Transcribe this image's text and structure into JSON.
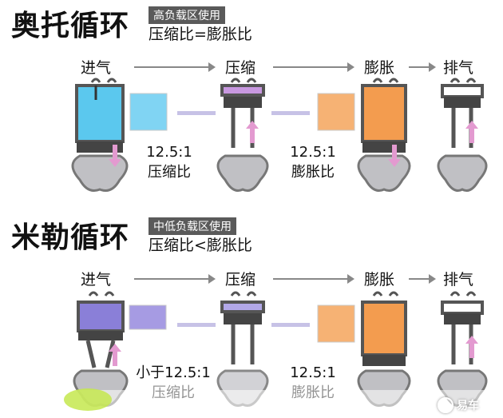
{
  "otto": {
    "title": "奥托循环",
    "tag": "高负载区使用",
    "subtitle": "压缩比=膨胀比",
    "stages": [
      "进气",
      "压缩",
      "膨胀",
      "排气"
    ],
    "ratio_left": [
      "12.5:1",
      "压缩比"
    ],
    "ratio_right": [
      "12.5:1",
      "膨胀比"
    ],
    "colors": {
      "intake": "#5bc8ee",
      "intake_sq": "#80d4f3",
      "compress_cap": "#c898e0",
      "expand": "#f39c4f",
      "expand_sq": "#f6b274"
    }
  },
  "miller": {
    "title": "米勒循环",
    "tag": "中低负载区使用",
    "subtitle": "压缩比<膨胀比",
    "stages": [
      "进气",
      "压缩",
      "膨胀",
      "排气"
    ],
    "ratio_left": [
      "小于12.5:1",
      "压缩比"
    ],
    "ratio_right": [
      "12.5:1",
      "膨胀比"
    ],
    "colors": {
      "intake": "#8a7fd8",
      "intake_sq": "#a69be3",
      "compress_cap": "#b2a8e8",
      "expand": "#f39c4f",
      "expand_sq": "#f6b274"
    }
  },
  "watermark": "易车"
}
